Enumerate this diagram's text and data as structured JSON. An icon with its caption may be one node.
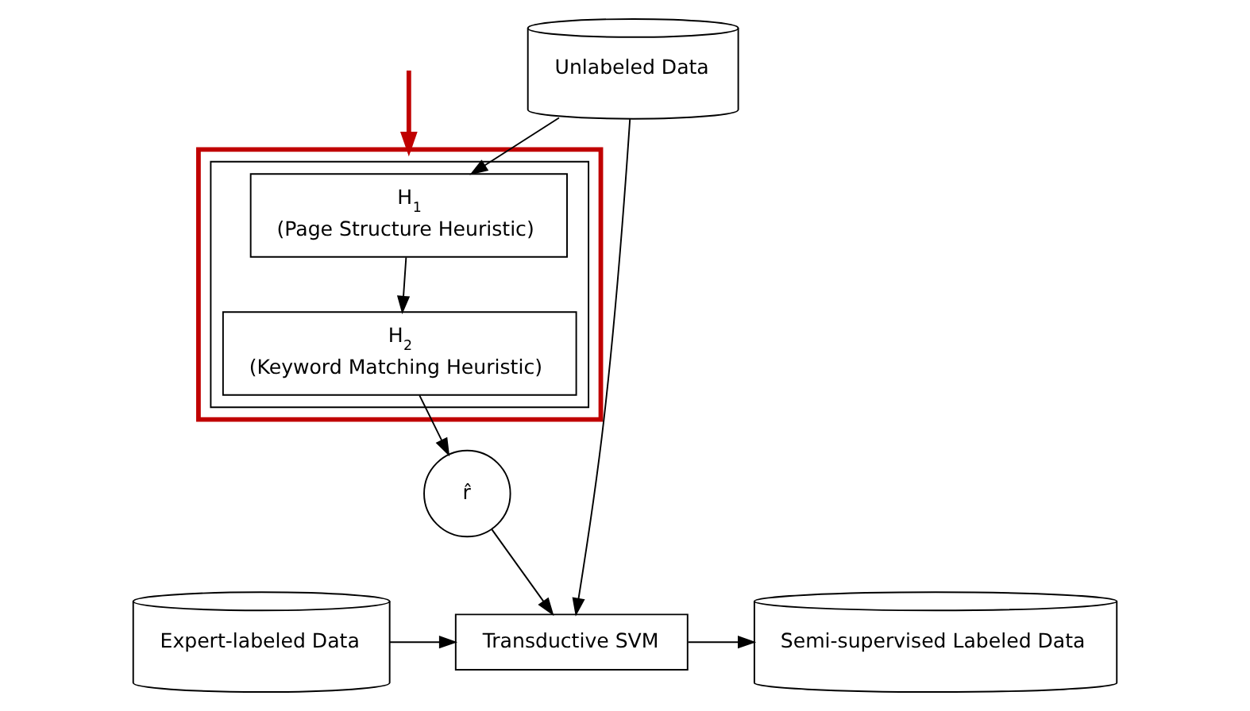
{
  "diagram": {
    "nodes": [
      {
        "text": [
          "Unlabeled Data"
        ]
      },
      {
        "text": [],
        "shape": "box"
      },
      {
        "text": [],
        "shape": "box",
        "in": 1
      },
      {
        "text": [
          "H$_{1}$",
          "(Page Structure Heuristic)"
        ],
        "in": 2
      },
      {
        "text": [
          "H$_{2}$",
          "(Keyword Matching Heuristic)"
        ],
        "in": 2
      },
      {
        "text": [
          "r̂"
        ]
      },
      {
        "text": [
          "Expert-labeled Data"
        ]
      },
      {
        "text": [
          "Transductive SVM"
        ]
      },
      {
        "text": [
          "Semi-supervised Labeled Data"
        ]
      }
    ],
    "edges": [
      {
        "from": null,
        "to": 1,
        "arrow": "to",
        "color": "#c00000",
        "style": "thick"
      },
      {
        "from": 0,
        "to": 3,
        "arrow": "to"
      },
      {
        "from": 0,
        "to": 7,
        "arrow": "to"
      },
      {
        "from": 3,
        "to": 4,
        "arrow": "to"
      },
      {
        "from": 4,
        "to": 5,
        "arrow": "to"
      },
      {
        "from": 5,
        "to": 7,
        "arrow": "to"
      },
      {
        "from": 6,
        "to": 7,
        "arrow": "to"
      },
      {
        "from": 7,
        "to": 8,
        "arrow": "to"
      }
    ]
  }
}
